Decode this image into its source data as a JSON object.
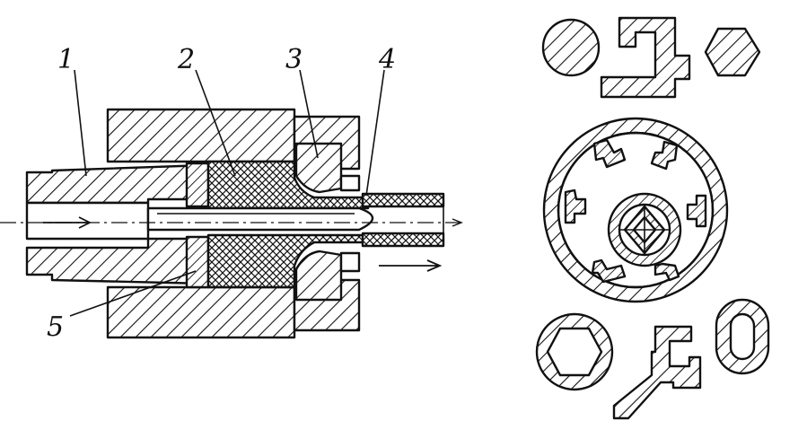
{
  "labels": {
    "one": "1",
    "two": "2",
    "three": "3",
    "four": "4",
    "five": "5"
  },
  "colors": {
    "ink": "#111111",
    "paper": "#ffffff"
  }
}
